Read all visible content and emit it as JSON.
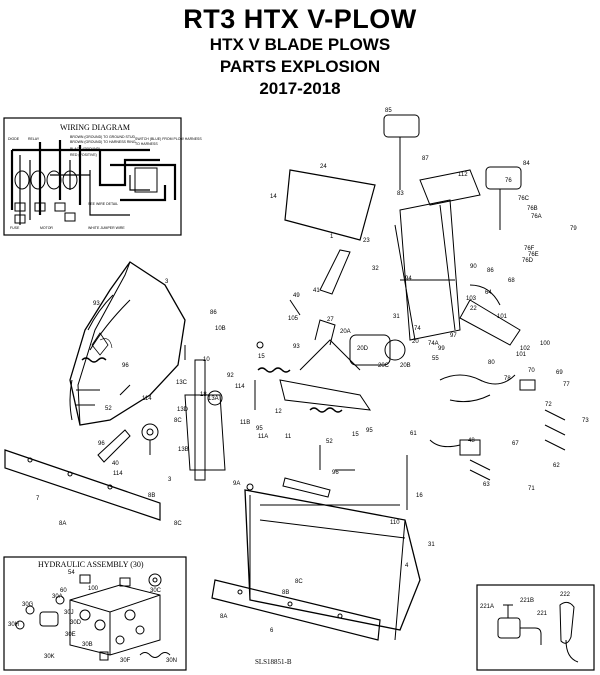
{
  "header": {
    "title": "RT3 HTX V-PLOW",
    "subtitle1": "HTX V BLADE PLOWS",
    "subtitle2": "PARTS EXPLOSION",
    "subtitle3": "2017-2018"
  },
  "wiring": {
    "title": "WIRING DIAGRAM",
    "notes": [
      "BROWN (GROUND) TO GROUND STUD",
      "BROWN (GROUND) TO HARNESS RING",
      "SWITCH (BLUE) FROM PLOW HARNESS",
      "TO HARNESS",
      "BLACK (GROUND)",
      "RED (POSITIVE)",
      "SEE WIRE DETAIL",
      "DIODE",
      "RELAY",
      "FUSE",
      "MOTOR",
      "WHITE JUMPER WIRE"
    ]
  },
  "hydraulic": {
    "title": "HYDRAULIC ASSEMBLY (30)",
    "labels": [
      "30A",
      "30B",
      "30C",
      "30D",
      "30E",
      "30F",
      "30G",
      "30H",
      "30J",
      "30K",
      "30N",
      "54",
      "60",
      "100"
    ]
  },
  "inset": {
    "labels": [
      "221A",
      "221B",
      "221",
      "222"
    ]
  },
  "drawing_code": "SLS18851-B",
  "callouts": [
    {
      "t": "85"
    },
    {
      "t": "84"
    },
    {
      "t": "24"
    },
    {
      "t": "14"
    },
    {
      "t": "112"
    },
    {
      "t": "87"
    },
    {
      "t": "83"
    },
    {
      "t": "76"
    },
    {
      "t": "76C"
    },
    {
      "t": "76B"
    },
    {
      "t": "76A"
    },
    {
      "t": "79"
    },
    {
      "t": "76F"
    },
    {
      "t": "76E"
    },
    {
      "t": "76D"
    },
    {
      "t": "1"
    },
    {
      "t": "23"
    },
    {
      "t": "32"
    },
    {
      "t": "90"
    },
    {
      "t": "86"
    },
    {
      "t": "68"
    },
    {
      "t": "94"
    },
    {
      "t": "64"
    },
    {
      "t": "103"
    },
    {
      "t": "101"
    },
    {
      "t": "22"
    },
    {
      "t": "74A"
    },
    {
      "t": "97"
    },
    {
      "t": "99"
    },
    {
      "t": "100"
    },
    {
      "t": "101"
    },
    {
      "t": "102"
    },
    {
      "t": "80"
    },
    {
      "t": "55"
    },
    {
      "t": "20A"
    },
    {
      "t": "20D"
    },
    {
      "t": "20"
    },
    {
      "t": "20C"
    },
    {
      "t": "20B"
    },
    {
      "t": "27"
    },
    {
      "t": "31"
    },
    {
      "t": "74"
    },
    {
      "t": "105"
    },
    {
      "t": "49"
    },
    {
      "t": "41"
    },
    {
      "t": "93"
    },
    {
      "t": "15"
    },
    {
      "t": "3"
    },
    {
      "t": "93"
    },
    {
      "t": "86"
    },
    {
      "t": "10B"
    },
    {
      "t": "10"
    },
    {
      "t": "96"
    },
    {
      "t": "13C"
    },
    {
      "t": "13A"
    },
    {
      "t": "13D"
    },
    {
      "t": "13B"
    },
    {
      "t": "114"
    },
    {
      "t": "52"
    },
    {
      "t": "96"
    },
    {
      "t": "40"
    },
    {
      "t": "114"
    },
    {
      "t": "92"
    },
    {
      "t": "18"
    },
    {
      "t": "114"
    },
    {
      "t": "95"
    },
    {
      "t": "8C"
    },
    {
      "t": "11B"
    },
    {
      "t": "11A"
    },
    {
      "t": "11"
    },
    {
      "t": "12"
    },
    {
      "t": "15"
    },
    {
      "t": "95"
    },
    {
      "t": "52"
    },
    {
      "t": "96"
    },
    {
      "t": "9A"
    },
    {
      "t": "3"
    },
    {
      "t": "8B"
    },
    {
      "t": "8A"
    },
    {
      "t": "8C"
    },
    {
      "t": "7"
    },
    {
      "t": "70"
    },
    {
      "t": "78"
    },
    {
      "t": "69"
    },
    {
      "t": "77"
    },
    {
      "t": "72"
    },
    {
      "t": "73"
    },
    {
      "t": "61"
    },
    {
      "t": "48"
    },
    {
      "t": "67"
    },
    {
      "t": "62"
    },
    {
      "t": "63"
    },
    {
      "t": "71"
    },
    {
      "t": "16"
    },
    {
      "t": "110"
    },
    {
      "t": "31"
    },
    {
      "t": "4"
    },
    {
      "t": "8C"
    },
    {
      "t": "8B"
    },
    {
      "t": "8A"
    },
    {
      "t": "6"
    }
  ]
}
